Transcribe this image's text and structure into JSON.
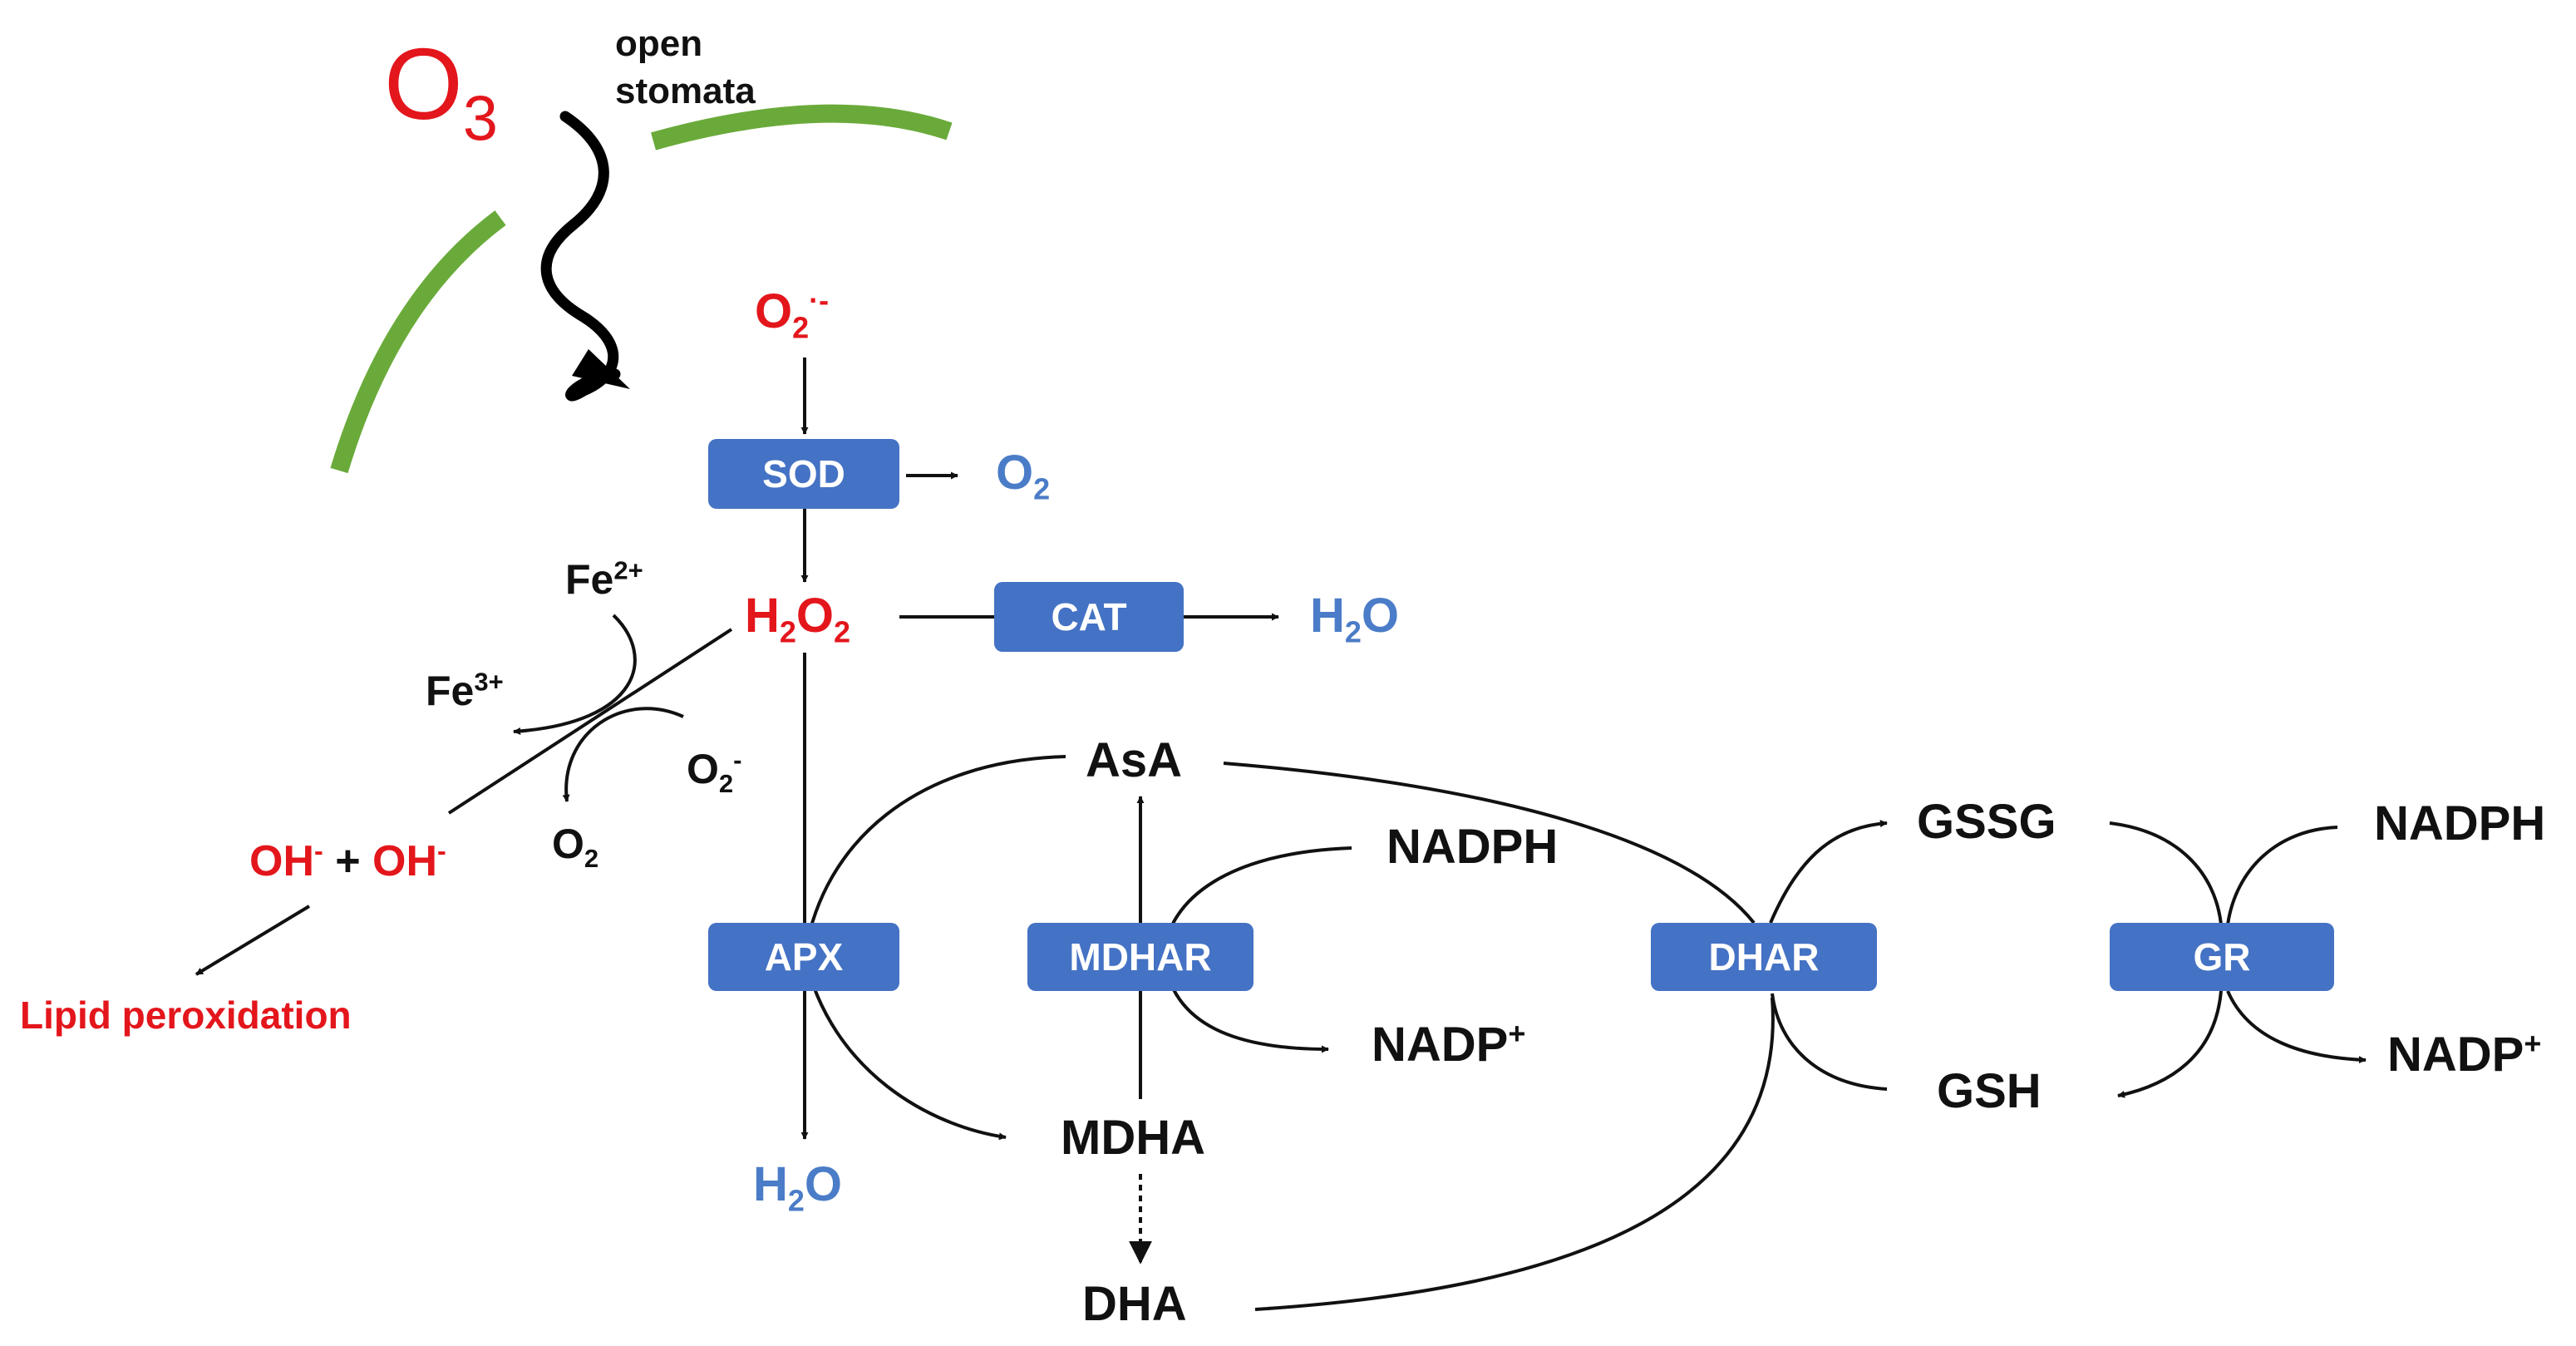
{
  "stimulus": {
    "ozone": "O",
    "ozone_sub": "3",
    "stomata_line1": "open",
    "stomata_line2": "stomata"
  },
  "species": {
    "superoxide_top": "O",
    "superoxide_top_sub": "2",
    "superoxide_top_sup": "·-",
    "o2_sod": "O",
    "o2_sod_sub": "2",
    "h2o2_a": "H",
    "h2o2_a_sub": "2",
    "h2o2_b": "O",
    "h2o2_b_sub": "2",
    "h2o_cat": "H",
    "h2o_cat_sub": "2",
    "h2o_cat_tail": "O",
    "fe2": "Fe",
    "fe2_sup": "2+",
    "fe3": "Fe",
    "fe3_sup": "3+",
    "superoxide_side": "O",
    "superoxide_side_sub": "2",
    "superoxide_side_sup": "-",
    "o2_fenton": "O",
    "o2_fenton_sub": "2",
    "oh_1": "OH",
    "oh_1_sup": "-",
    "plus": "+",
    "oh_2": "OH",
    "oh_2_sup": "-",
    "lipid": "Lipid peroxidation",
    "h2o_apx": "H",
    "h2o_apx_sub": "2",
    "h2o_apx_tail": "O",
    "asa": "AsA",
    "mdha": "MDHA",
    "dha": "DHA",
    "nadph_1": "NADPH",
    "nadp_1": "NADP",
    "nadp_1_sup": "+",
    "gssg": "GSSG",
    "gsh": "GSH",
    "nadph_2": "NADPH",
    "nadp_2": "NADP",
    "nadp_2_sup": "+"
  },
  "enzymes": {
    "sod": "SOD",
    "cat": "CAT",
    "apx": "APX",
    "mdhar": "MDHAR",
    "dhar": "DHAR",
    "gr": "GR"
  },
  "colors": {
    "toxic": "#e3161c",
    "product": "#4a7cc7",
    "enzyme": "#4472c4",
    "leaf": "#6aaa3a",
    "text": "#111111"
  }
}
